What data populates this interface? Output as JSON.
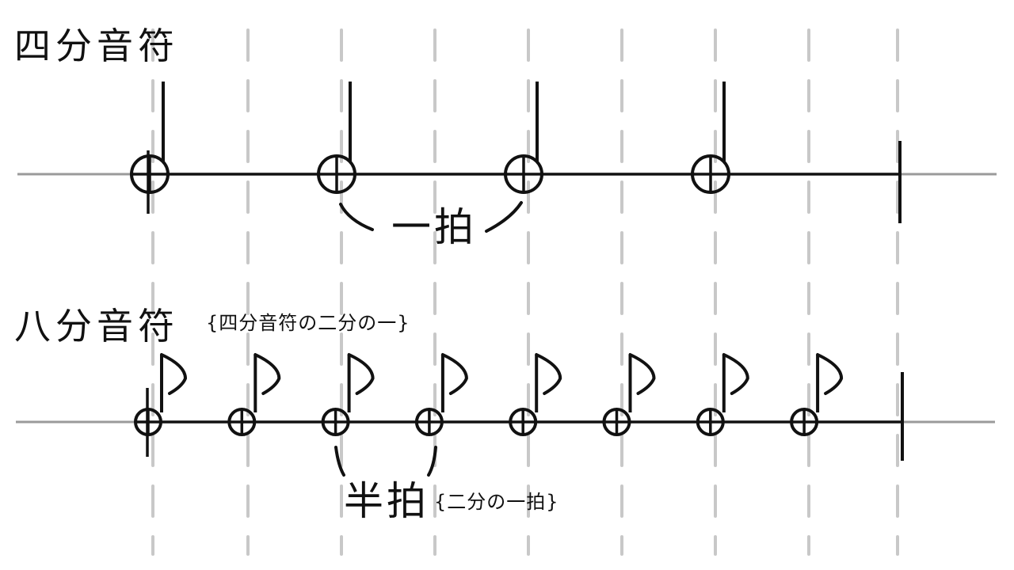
{
  "colors": {
    "ink": "#111111",
    "guide": "#c8c8c8",
    "staff_line": "#9a9a9a",
    "background": "#ffffff"
  },
  "quarter_section": {
    "title": "四分音符",
    "note_count": 4,
    "beat_label": "一拍"
  },
  "eighth_section": {
    "title": "八分音符",
    "subtitle": "{四分音符の二分の一}",
    "note_count": 8,
    "beat_label": "半拍",
    "beat_note": "{二分の一拍}"
  }
}
